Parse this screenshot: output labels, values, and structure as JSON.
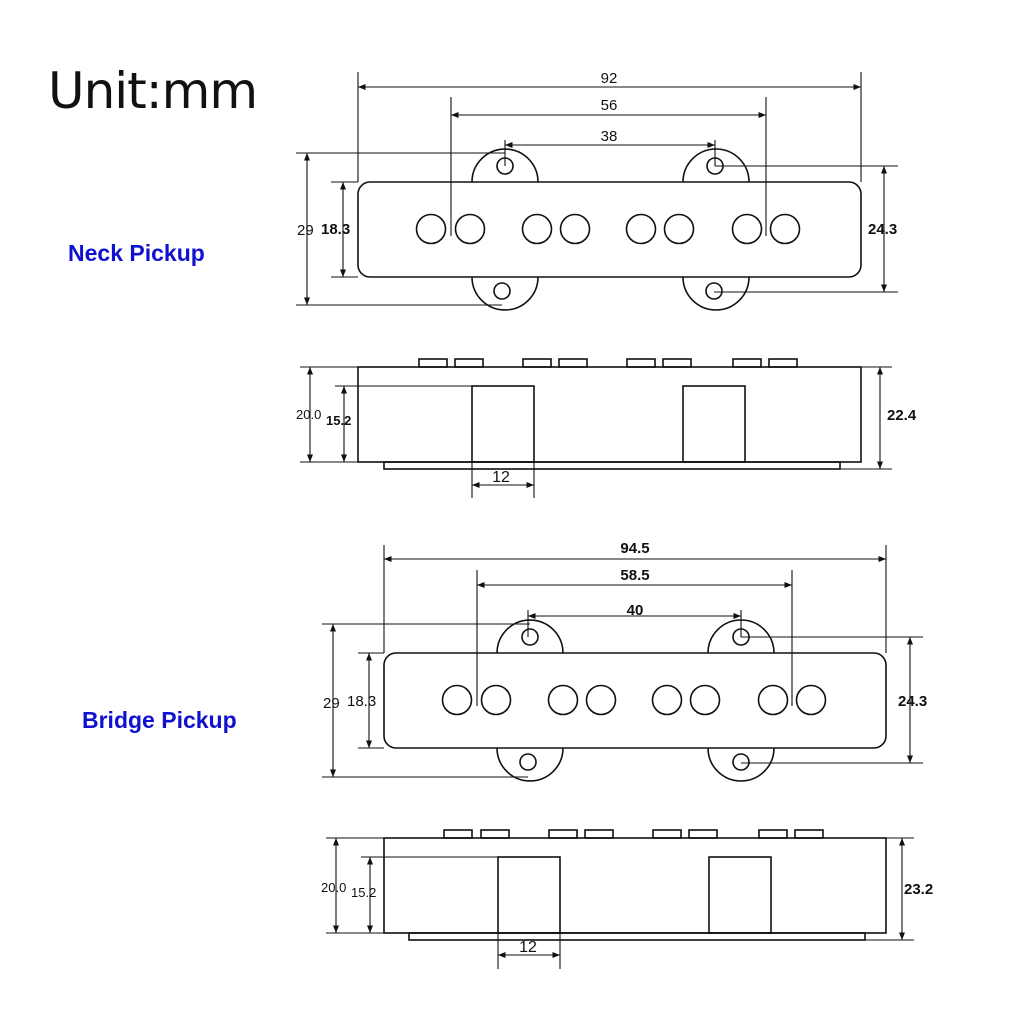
{
  "unit_title": "Unit:mm",
  "neck": {
    "label": "Neck Pickup",
    "top_view": {
      "overall": "92",
      "outer_poles": "56",
      "mount_holes": "38",
      "height_total": "29",
      "body_height": "18.3",
      "tab_span": "24.3"
    },
    "side_view": {
      "total_height": "20.0",
      "body_height": "15.2",
      "right_height": "22.4",
      "leg_width": "12"
    }
  },
  "bridge": {
    "label": "Bridge Pickup",
    "top_view": {
      "overall": "94.5",
      "outer_poles": "58.5",
      "mount_holes": "40",
      "height_total": "29",
      "body_height": "18.3",
      "tab_span": "24.3"
    },
    "side_view": {
      "total_height": "20.0",
      "body_height": "15.2",
      "right_height": "23.2",
      "leg_width": "12"
    }
  }
}
